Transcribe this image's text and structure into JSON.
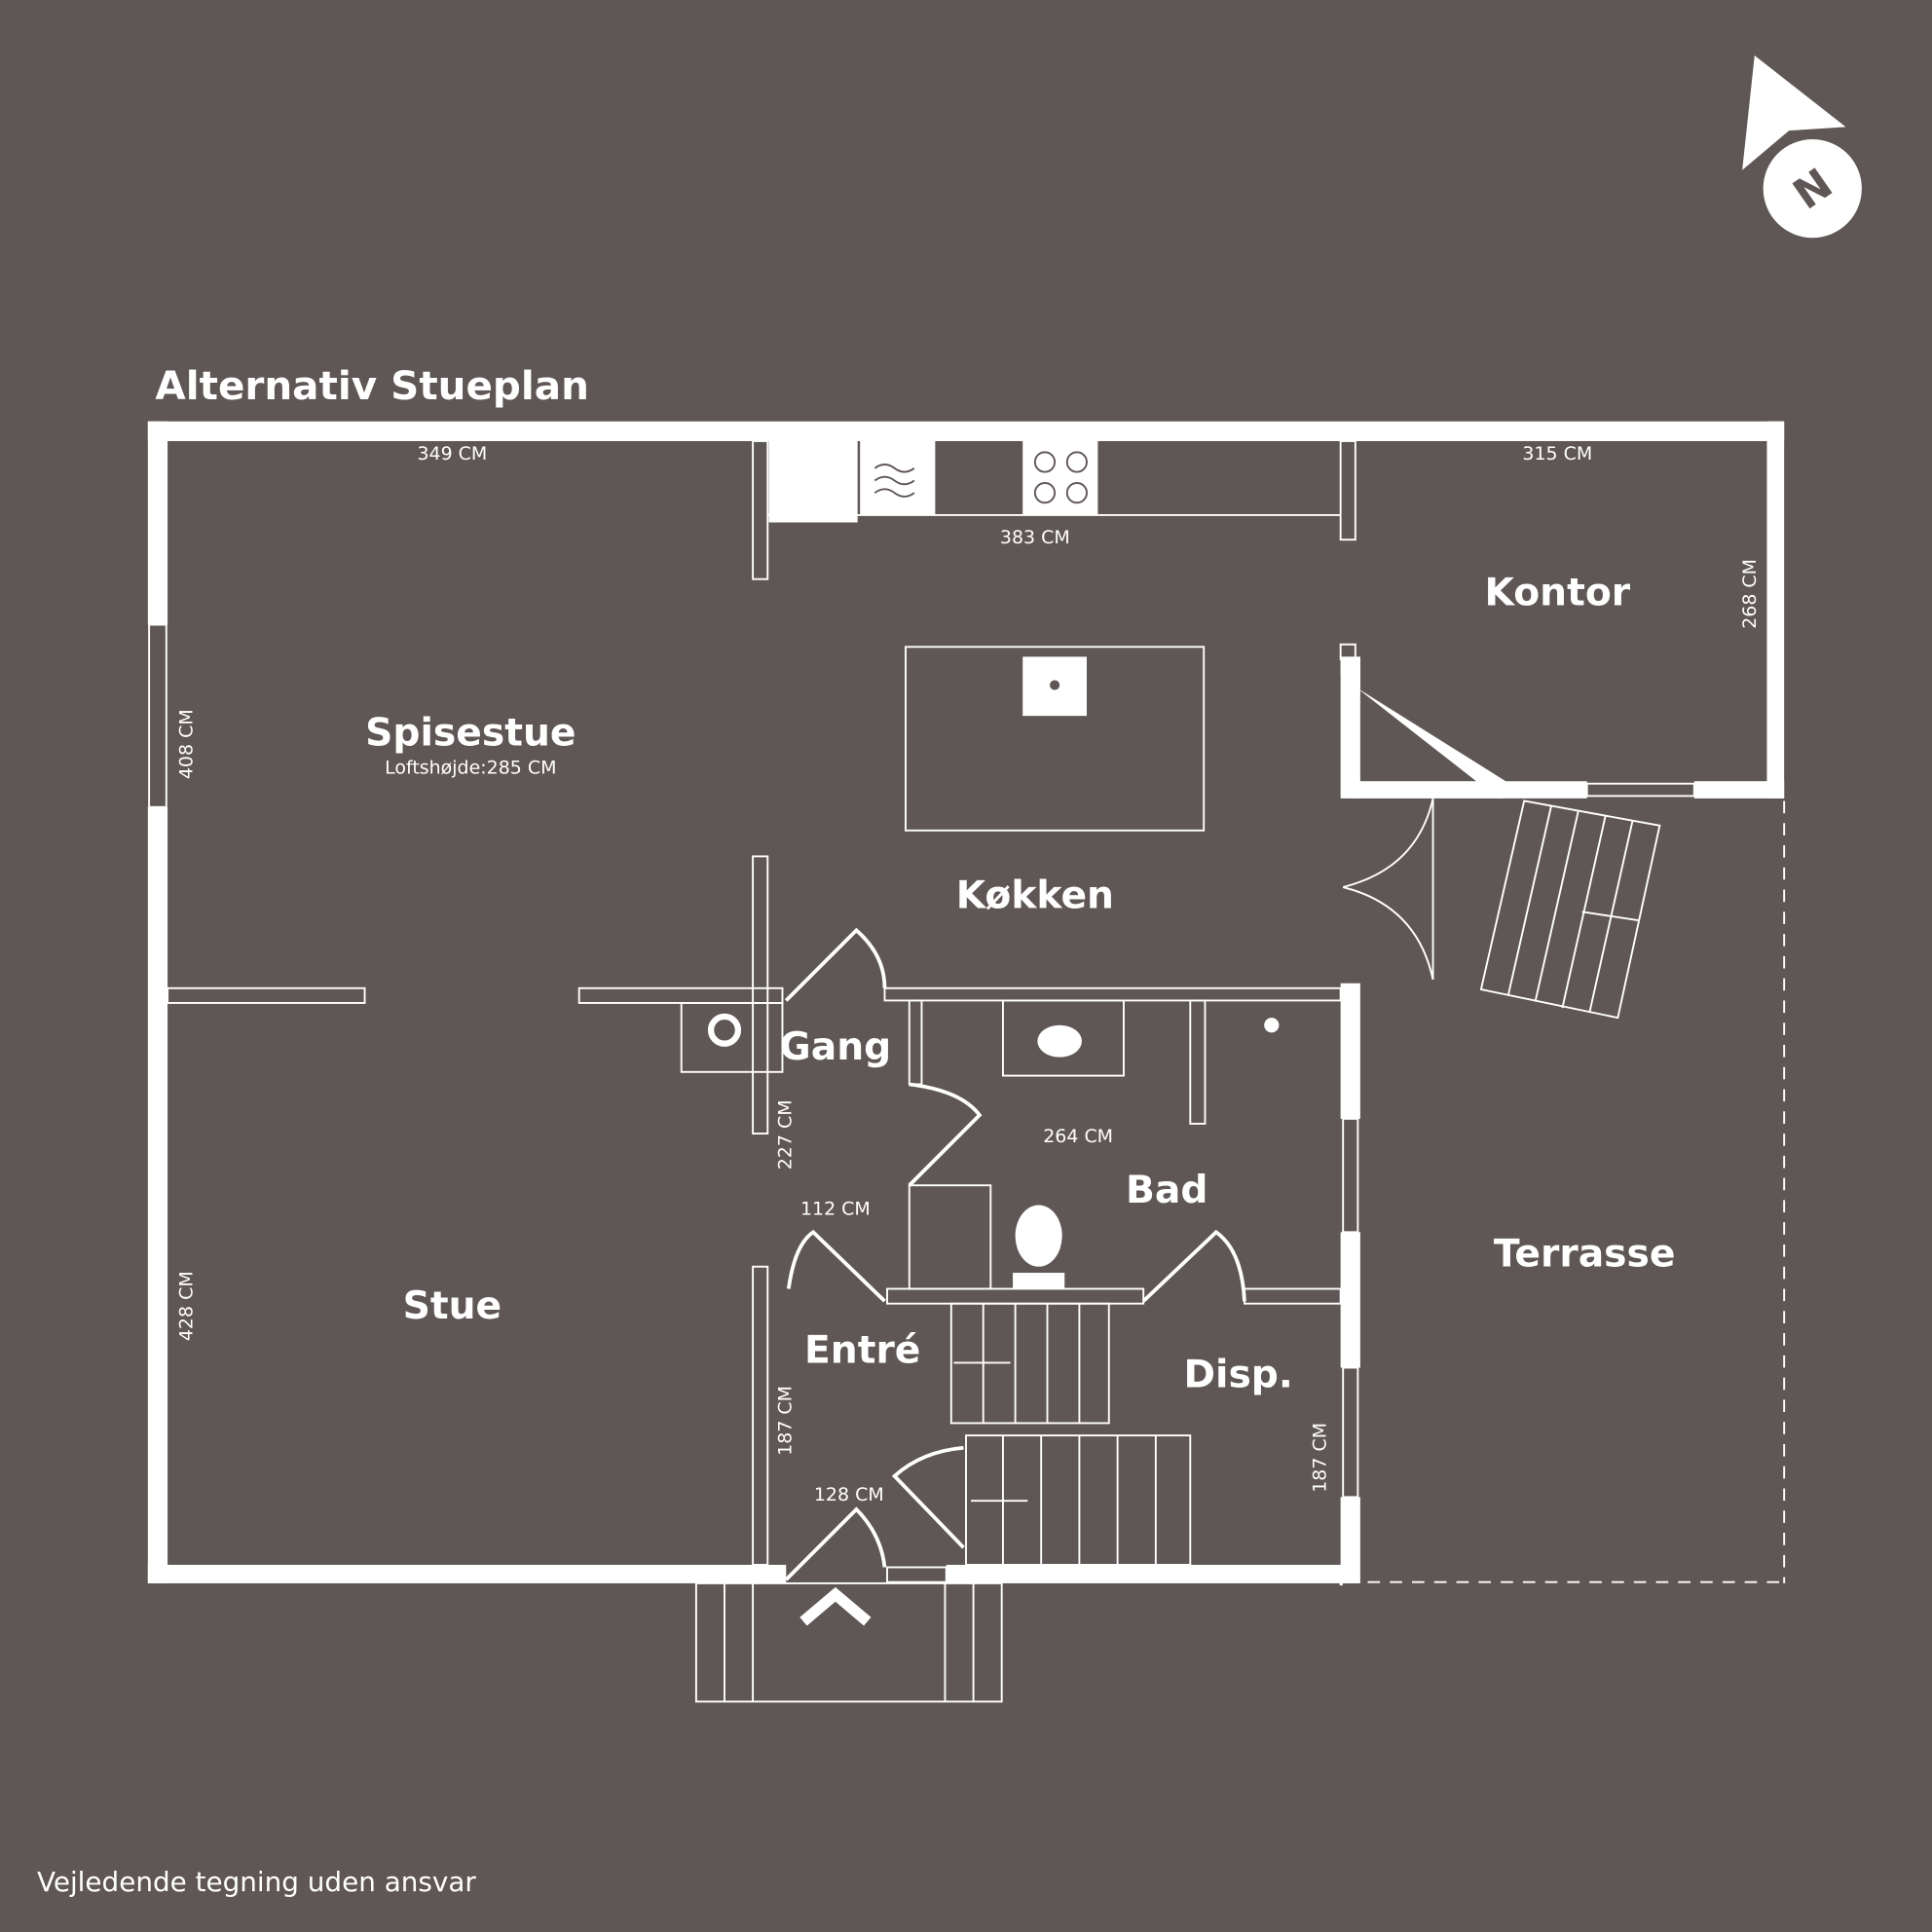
{
  "title": "Alternativ Stueplan",
  "footer": "Vejledende tegning uden ansvar",
  "compass_label": "N",
  "rooms": {
    "spisestue": "Spisestue",
    "ceiling": "Loftshøjde:285 CM",
    "kontor": "Kontor",
    "kokken": "Køkken",
    "gang": "Gang",
    "bad": "Bad",
    "stue": "Stue",
    "entre": "Entré",
    "disp": "Disp.",
    "terrasse": "Terrasse"
  },
  "dimensions": {
    "d349": "349 CM",
    "d383": "383 CM",
    "d315": "315 CM",
    "d268": "268 CM",
    "d408": "408 CM",
    "d428": "428 CM",
    "d227": "227 CM",
    "d112": "112 CM",
    "d264": "264 CM",
    "d187a": "187 CM",
    "d128": "128 CM",
    "d187b": "187 CM"
  },
  "colors": {
    "background": "#5f5755",
    "lines": "#ffffff"
  }
}
